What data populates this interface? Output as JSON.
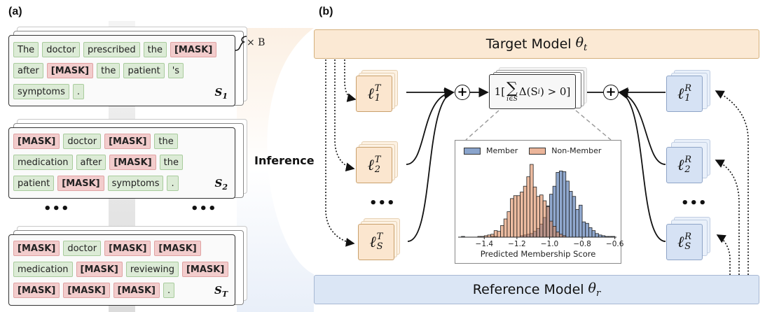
{
  "panel_a": {
    "label": "(a)",
    "repeat_label": "× B",
    "repeat_var": "B",
    "sentences": [
      {
        "name": "S",
        "subscript": "1",
        "rows": [
          [
            {
              "text": "The",
              "mask": false
            },
            {
              "text": "doctor",
              "mask": false
            },
            {
              "text": "prescribed",
              "mask": false
            },
            {
              "text": "the",
              "mask": false
            },
            {
              "text": "[MASK]",
              "mask": true
            }
          ],
          [
            {
              "text": "after",
              "mask": false
            },
            {
              "text": "[MASK]",
              "mask": true
            },
            {
              "text": "the",
              "mask": false
            },
            {
              "text": "patient",
              "mask": false
            },
            {
              "text": "'s",
              "mask": false
            }
          ],
          [
            {
              "text": "symptoms",
              "mask": false
            },
            {
              "text": ".",
              "mask": false
            }
          ]
        ]
      },
      {
        "name": "S",
        "subscript": "2",
        "rows": [
          [
            {
              "text": "[MASK]",
              "mask": true
            },
            {
              "text": "doctor",
              "mask": false
            },
            {
              "text": "[MASK]",
              "mask": true
            },
            {
              "text": "the",
              "mask": false
            }
          ],
          [
            {
              "text": "medication",
              "mask": false
            },
            {
              "text": "after",
              "mask": false
            },
            {
              "text": "[MASK]",
              "mask": true
            },
            {
              "text": "the",
              "mask": false
            }
          ],
          [
            {
              "text": "patient",
              "mask": false
            },
            {
              "text": "[MASK]",
              "mask": true
            },
            {
              "text": "symptoms",
              "mask": false
            },
            {
              "text": ".",
              "mask": false
            }
          ]
        ]
      },
      {
        "name": "S",
        "subscript": "T",
        "rows": [
          [
            {
              "text": "[MASK]",
              "mask": true
            },
            {
              "text": "doctor",
              "mask": false
            },
            {
              "text": "[MASK]",
              "mask": true
            },
            {
              "text": "[MASK]",
              "mask": true
            }
          ],
          [
            {
              "text": "medication",
              "mask": false
            },
            {
              "text": "[MASK]",
              "mask": true
            },
            {
              "text": "reviewing",
              "mask": false
            },
            {
              "text": "[MASK]",
              "mask": true
            }
          ],
          [
            {
              "text": "[MASK]",
              "mask": true
            },
            {
              "text": "[MASK]",
              "mask": true
            },
            {
              "text": "[MASK]",
              "mask": true
            },
            {
              "text": ".",
              "mask": false
            }
          ]
        ]
      }
    ],
    "ellipsis": "•••"
  },
  "inference_label": "Inference",
  "panel_b": {
    "label": "(b)",
    "target_model": {
      "label": "Target Model",
      "symbol": "θ",
      "subscript": "t"
    },
    "reference_model": {
      "label": "Reference Model",
      "symbol": "θ",
      "subscript": "r"
    },
    "target_losses": [
      {
        "symbol": "ℓ",
        "sup": "T",
        "sub": "1"
      },
      {
        "symbol": "ℓ",
        "sup": "T",
        "sub": "2"
      },
      {
        "symbol": "ℓ",
        "sup": "T",
        "sub": "S"
      }
    ],
    "reference_losses": [
      {
        "symbol": "ℓ",
        "sup": "R",
        "sub": "1"
      },
      {
        "symbol": "ℓ",
        "sup": "R",
        "sub": "2"
      },
      {
        "symbol": "ℓ",
        "sup": "R",
        "sub": "S"
      }
    ],
    "ellipsis": "•••",
    "plus_symbol": "+",
    "indicator": {
      "prefix": "1[",
      "sum": "∑",
      "sum_index": "i∈S",
      "body": "Δ(S",
      "body_sub": "i",
      "suffix": ") > 0]"
    }
  },
  "colors": {
    "target": "#fbe6cf",
    "reference": "#d6e2f4",
    "mask": "#f2cccc",
    "word": "#dcebd6",
    "member": "#6f8fbf",
    "non_member": "#e3a98a"
  },
  "chart_data": {
    "type": "bar",
    "title": "",
    "xlabel": "Predicted Membership Score",
    "ylabel": "",
    "xlim": [
      -1.56,
      -0.59
    ],
    "ylim": [
      0,
      1
    ],
    "xticks": [
      -1.4,
      -1.2,
      -1.0,
      -0.8,
      -0.6
    ],
    "xtick_labels": [
      "−1.4",
      "−1.2",
      "−1.0",
      "−0.8",
      "−0.6"
    ],
    "legend": [
      "Member",
      "Non-Member"
    ],
    "legend_position": "top",
    "bin_width": 0.02,
    "series": [
      {
        "name": "Non-Member",
        "bin_start": [
          -1.44,
          -1.42,
          -1.4,
          -1.38,
          -1.36,
          -1.34,
          -1.32,
          -1.3,
          -1.28,
          -1.26,
          -1.24,
          -1.22,
          -1.2,
          -1.18,
          -1.16,
          -1.14,
          -1.12,
          -1.1,
          -1.08,
          -1.06,
          -1.04,
          -1.02,
          -1.0,
          -0.98,
          -0.96,
          -0.94,
          -0.92
        ],
        "values": [
          0.01,
          0.01,
          0.02,
          0.03,
          0.04,
          0.09,
          0.08,
          0.16,
          0.25,
          0.35,
          0.53,
          0.57,
          0.57,
          0.62,
          0.7,
          0.83,
          1.0,
          0.69,
          0.56,
          0.58,
          0.5,
          0.42,
          0.22,
          0.15,
          0.07,
          0.04,
          0.02
        ]
      },
      {
        "name": "Member",
        "bin_start": [
          -1.54,
          -1.36,
          -1.34,
          -1.18,
          -1.16,
          -1.14,
          -1.12,
          -1.1,
          -1.08,
          -1.06,
          -1.04,
          -1.02,
          -1.0,
          -0.98,
          -0.96,
          -0.94,
          -0.92,
          -0.9,
          -0.88,
          -0.86,
          -0.84,
          -0.82,
          -0.8,
          -0.78,
          -0.76,
          -0.74,
          -0.72,
          -0.7,
          -0.68,
          -0.66,
          -0.64,
          -0.62
        ],
        "values": [
          0.01,
          0.01,
          0.01,
          0.02,
          0.03,
          0.04,
          0.05,
          0.08,
          0.12,
          0.18,
          0.27,
          0.43,
          0.59,
          0.7,
          0.89,
          0.91,
          0.9,
          0.77,
          0.63,
          0.56,
          0.38,
          0.44,
          0.21,
          0.19,
          0.13,
          0.09,
          0.05,
          0.03,
          0.02,
          0.01,
          0.01,
          0.01
        ]
      }
    ]
  }
}
